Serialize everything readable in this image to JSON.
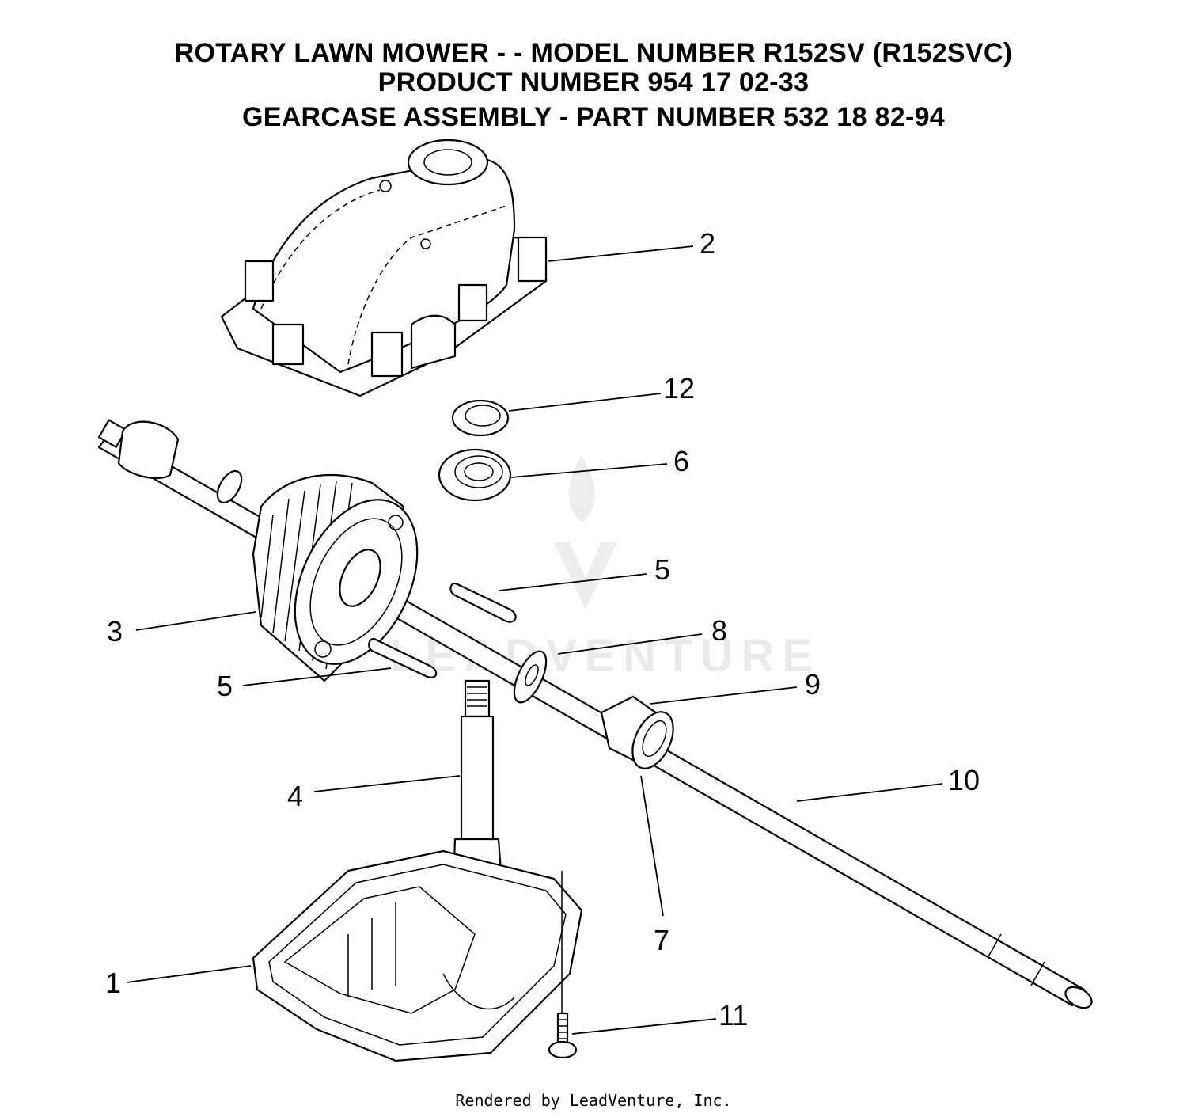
{
  "header": {
    "line1": "ROTARY LAWN MOWER - - MODEL NUMBER R152SV (R152SVC)",
    "line2": "PRODUCT NUMBER 954 17 02-33",
    "line3": "GEARCASE ASSEMBLY - PART NUMBER 532 18 82-94"
  },
  "callouts": {
    "c1": "1",
    "c2": "2",
    "c3": "3",
    "c4": "4",
    "c5a": "5",
    "c5b": "5",
    "c6": "6",
    "c7": "7",
    "c8": "8",
    "c9": "9",
    "c10": "10",
    "c11": "11",
    "c12": "12"
  },
  "watermark": {
    "text": "LEADVENTURE"
  },
  "footer": {
    "text": "Rendered by LeadVenture, Inc."
  }
}
